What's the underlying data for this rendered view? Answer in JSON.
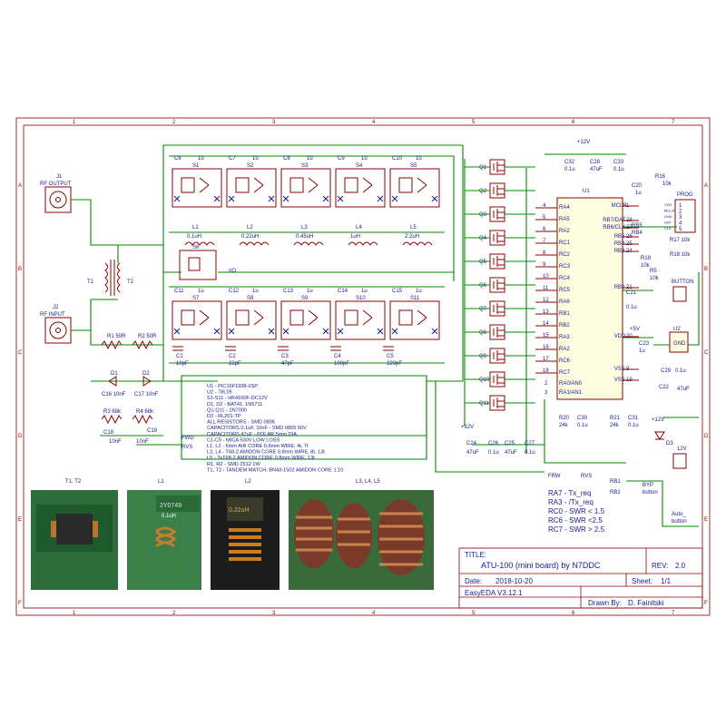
{
  "frame": {
    "col_marks": [
      "1",
      "2",
      "3",
      "4",
      "5",
      "6",
      "7"
    ],
    "row_marks": [
      "A",
      "B",
      "C",
      "D",
      "E",
      "F"
    ]
  },
  "connectors": {
    "j1": "J1",
    "j1_label": "RF OUTPUT",
    "j2": "J2",
    "j2_label": "RF INPUT"
  },
  "transformers": {
    "t1": "T1",
    "t2": "T2"
  },
  "relays_top": [
    "S1",
    "S2",
    "S3",
    "S4",
    "S5"
  ],
  "relay_caps_top": [
    "C6",
    "C7",
    "C8",
    "C9",
    "C10"
  ],
  "inductors": [
    {
      "name": "L1",
      "value": "0.1uH"
    },
    {
      "name": "L2",
      "value": "0.22uH"
    },
    {
      "name": "L3",
      "value": "0.45uH"
    },
    {
      "name": "L4",
      "value": "1uH"
    },
    {
      "name": "L5",
      "value": "2.2uH"
    }
  ],
  "relay_s6": "S6",
  "relays_bottom": [
    "S7",
    "S8",
    "S9",
    "S10",
    "S11"
  ],
  "relay_caps_bottom": [
    "C11",
    "C12",
    "C13",
    "C14",
    "C15"
  ],
  "capacitors": [
    {
      "name": "C1",
      "value": "10pF"
    },
    {
      "name": "C2",
      "value": "22pF"
    },
    {
      "name": "C3",
      "value": "47pF"
    },
    {
      "name": "C4",
      "value": "100pF"
    },
    {
      "name": "C5",
      "value": "220pF"
    }
  ],
  "resistors_bridge": {
    "r1": "R1 50R",
    "r2": "R2 50R",
    "r3": "R3 68k",
    "r4": "R4 68k"
  },
  "diodes": {
    "d1": "D1",
    "d2": "D2",
    "d3": "D3"
  },
  "bridge_caps": {
    "c16": "C16 10nF",
    "c17": "C17 10nF",
    "c18": "C18",
    "c18_val": "10nF",
    "c19": "C19",
    "c19_val": "10nF"
  },
  "net_labels": {
    "fwd": "FWD",
    "rvs": "RVS",
    "frw": "FRW",
    "rvs2": "RVS",
    "io": "I/O",
    "vplus": "+5V",
    "v12": "+12V",
    "v12b": "+12V",
    "v12c": "+12V",
    "vdd": "VDD",
    "vss": "VSS",
    "mclr": "MCLR",
    "v12d": "12V"
  },
  "transistors": [
    "Q1",
    "Q2",
    "Q3",
    "Q4",
    "Q5",
    "Q6",
    "Q7",
    "Q8",
    "Q9",
    "Q10",
    "Q11"
  ],
  "mcu": {
    "name": "U1",
    "left_pins": [
      "RA4",
      "RA5",
      "RA2",
      "RC1",
      "RC2",
      "RC3",
      "RC4",
      "RC5",
      "RA6",
      "RB1",
      "RB2",
      "RA3",
      "RA2",
      "RC6",
      "RC7"
    ],
    "left_nums": [
      "4",
      "5",
      "6",
      "7",
      "8",
      "9",
      "10",
      "11",
      "12",
      "13",
      "14",
      "15",
      "16",
      "17",
      "18"
    ],
    "right_pins": [
      "MCLR",
      "RB7/DAT",
      "RB6/CLK",
      "RB5",
      "RB4",
      "RB3",
      "RB0",
      "VDD",
      "VSS",
      "VSS"
    ],
    "right_nums": [
      "1",
      "28",
      "27",
      "26",
      "25",
      "24",
      "21",
      "20",
      "8",
      "19"
    ],
    "an_pins": [
      "RA0/AN0",
      "RA1/AN1"
    ],
    "an_nums": [
      "2",
      "3"
    ]
  },
  "top_caps": {
    "c32": "C32",
    "c32_val": "0.1u",
    "c28": "C28",
    "c28_val": "47uF",
    "c33": "C33",
    "c33_val": "0.1u"
  },
  "prog": {
    "title": "PROG",
    "pins": [
      "VDD",
      "MCLR",
      "GND",
      "DAT",
      "CLK"
    ],
    "nums": [
      "1",
      "2",
      "3",
      "4",
      "5"
    ]
  },
  "right_parts": {
    "r16": "R16",
    "r16_val": "10k",
    "c20": "C20",
    "c20_val": "1u",
    "r17": "R17 10k",
    "r18": "R18 10k",
    "rb5": "RB5",
    "rb4": "RB4",
    "r19": "R19",
    "r19_val": "10k",
    "r5": "R5",
    "r5_val": "10k",
    "c21": "C21",
    "c21_val": "0.1u",
    "button": "BUTTON",
    "u2": "U2",
    "u2_gnd": "GND",
    "c23": "C23",
    "c23_val": "1u",
    "c29": "C29",
    "c29_val": "0.1u",
    "c22": "C22",
    "c22_val": "47uF",
    "j3": "12V"
  },
  "bottom_parts": {
    "r20": "R20",
    "r20_val": "24k",
    "c30": "C30",
    "c30_val": "0.1u",
    "r21": "R21",
    "r21_val": "24k",
    "c31": "C31",
    "c31_val": "0.1u",
    "c24": "C24",
    "c24_val": "47uF",
    "c26": "C26",
    "c26_val": "0.1u",
    "c25": "C25",
    "c25_val": "47uF",
    "c27": "C27",
    "c27_val": "0.1u"
  },
  "bom_notes": [
    "U1 - PIC16F1938-I/SP",
    "U2 - 78L05",
    "S1-S11 - HK4100F-DC12V",
    "D1, D2 - BAT41, 1N5711",
    "Q1-Q11 - 2N7000",
    "D3 - RL201-TP",
    "ALL RESISTORS - SMD 0805",
    "CAPACITORS 0.1uF, 10nF - SMD 0805 50V",
    "CAPACITORS 47uF - POLAR 5mm DIA",
    "C1-C5 - MICA 500V LOW LOSS",
    "L1, L2 - 6mm AIR CORE 0.8mm WIRE, 4t, 7t",
    "L3, L4 - T68-2 AMIDON CORE 0.8mm WIRE, 8t, 13t",
    "L5 - 2xT68-2 AMIDON CORE 0.8mm WIRE, 13t",
    "R1, R2 - SMD 2512 1W",
    "T1, T2 - TANDEM MATCH, BN43-1502 AMIDON CORE 1:10"
  ],
  "rb_buttons": {
    "rb1": "RB1",
    "rb2": "RB2",
    "byp": "BYP",
    "byp2": "button",
    "auto": "Auto_",
    "auto2": "button"
  },
  "legend": [
    "RA7 - Tx_req",
    "RA3 - /Tx_req",
    "RC0 - SWR < 1.5",
    "RC6 - SWR <2.5",
    "RC7 - SWR > 2.5"
  ],
  "photos": [
    {
      "caption": "T1, T2"
    },
    {
      "caption": "L1",
      "text1": "2Y0749",
      "text2": "0.1uH"
    },
    {
      "caption": "L2",
      "text1": "0.22uH"
    },
    {
      "caption": "L3, L4, L5"
    }
  ],
  "title_block": {
    "title_label": "TITLE:",
    "title": "ATU-100 (mini board) by N7DDC",
    "rev_label": "REV:",
    "rev": "2.0",
    "date_label": "Date:",
    "date": "2018-10-20",
    "sheet_label": "Sheet:",
    "sheet": "1/1",
    "tool": "EasyEDA V3.12.1",
    "drawn_label": "Drawn By:",
    "drawn": "D. Fainitski"
  },
  "colors": {
    "wire": "#008800",
    "component": "#8b0000",
    "label": "#1a1a8c",
    "frame": "#8b0000"
  }
}
